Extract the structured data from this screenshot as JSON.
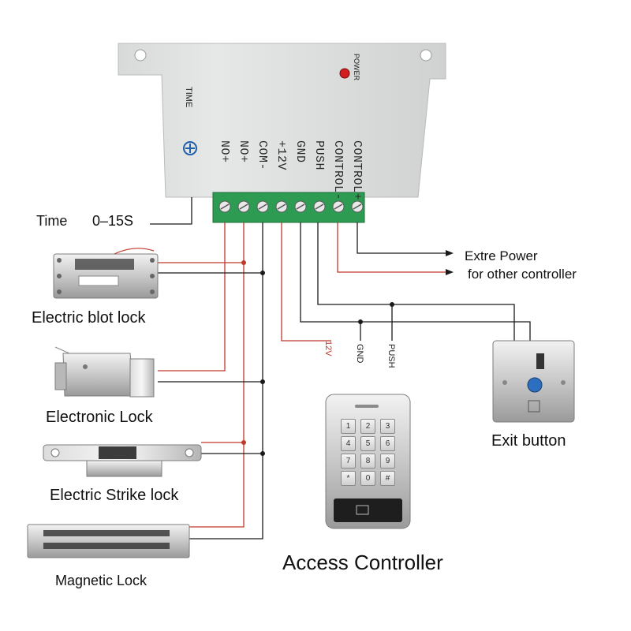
{
  "module": {
    "brand_label": "TIME",
    "led_label": "POWER",
    "terminals": [
      "NO+",
      "NO+",
      "COM-",
      "+12V",
      "GND",
      "PUSH",
      "CONTROL-",
      "CONTROL+"
    ]
  },
  "labels": {
    "time": "Time",
    "time_range": "0–15S",
    "extra_power": "Extre Power",
    "other_controller": "for other controller",
    "wire_12v": "12V",
    "wire_gnd": "GND",
    "wire_push": "PUSH"
  },
  "devices": {
    "bolt_lock": "Electric blot lock",
    "electronic_lock": "Electronic Lock",
    "strike_lock": "Electric Strike lock",
    "magnetic_lock": "Magnetic Lock",
    "exit_button": "Exit button",
    "access_controller": "Access Controller"
  },
  "keypad": {
    "keys": [
      "1",
      "2",
      "3",
      "4",
      "5",
      "6",
      "7",
      "8",
      "9",
      "*",
      "0",
      "#"
    ]
  },
  "colors": {
    "wire_red": "#c0392b",
    "wire_black": "#1a1a1a",
    "terminal_green": "#2e9b52",
    "housing": "#e3e5e4"
  }
}
